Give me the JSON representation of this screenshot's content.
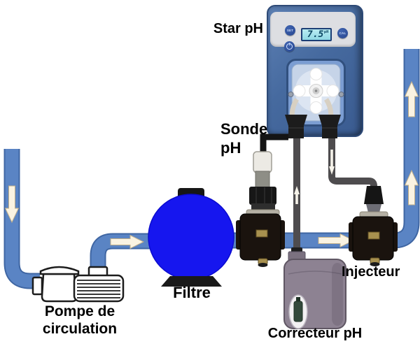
{
  "labels": {
    "star_ph": "Star pH",
    "sonde_line1": "Sonde",
    "sonde_line2": "pH",
    "filtre": "Filtre",
    "injecteur": "Injecteur",
    "correcteur_ph": "Correcteur pH",
    "pompe_line1": "Pompe de",
    "pompe_line2": "circulation"
  },
  "device": {
    "buttons": {
      "set": "SET",
      "cal": "CAL"
    },
    "display": {
      "value": "7.5",
      "unit": "pH"
    }
  },
  "colors": {
    "pipe": "#5a84c4",
    "pipe_edge": "#3f66a3",
    "arrow": "#faf3e2",
    "arrow_edge": "#c2b08a",
    "filter_blue": "#1616ef",
    "device_blue": "#46699f",
    "panel_gray": "#dddee2",
    "button_blue": "#27468f",
    "lcd_bg": "#8fd8e4",
    "lcd_border": "#1c3e75",
    "lcd_text": "#0e4a66",
    "pump_head": "#7b9dd2",
    "tube_gray": "#4e4c4e",
    "cable_black": "#141414",
    "fitting_black": "#1a130e",
    "metal": "#b5b0a4",
    "gold": "#a8914f",
    "canister": "#8d8292",
    "bottle_green": "#33493b",
    "label_text": "#000000"
  }
}
